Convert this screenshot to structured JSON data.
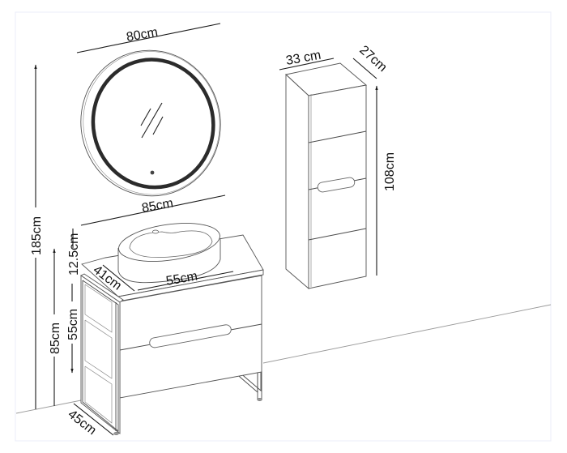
{
  "diagram": {
    "type": "furniture-dimension-drawing",
    "subject": "Bathroom set: round LED mirror, vanity cabinet with vessel sink, tall side cabinet",
    "colors": {
      "background": "#ffffff",
      "frame_border": "#eef0fa",
      "line": "#4a4a4a",
      "led_ring": "#2b2b2b",
      "dimension": "#1a1a1a",
      "text": "#111111"
    }
  },
  "mirror": {
    "width_label": "80cm",
    "lower_span_label": "85cm"
  },
  "overall": {
    "height_label": "185cm"
  },
  "vanity": {
    "height_label": "85cm",
    "sink_height_label": "12.5cm",
    "cabinet_height_label": "55cm",
    "sink_width_label": "55cm",
    "sink_depth_label": "41cm",
    "depth_label": "45cm"
  },
  "tall_cabinet": {
    "width_label": "33 cm",
    "depth_label": "27cm",
    "height_label": "108cm"
  }
}
